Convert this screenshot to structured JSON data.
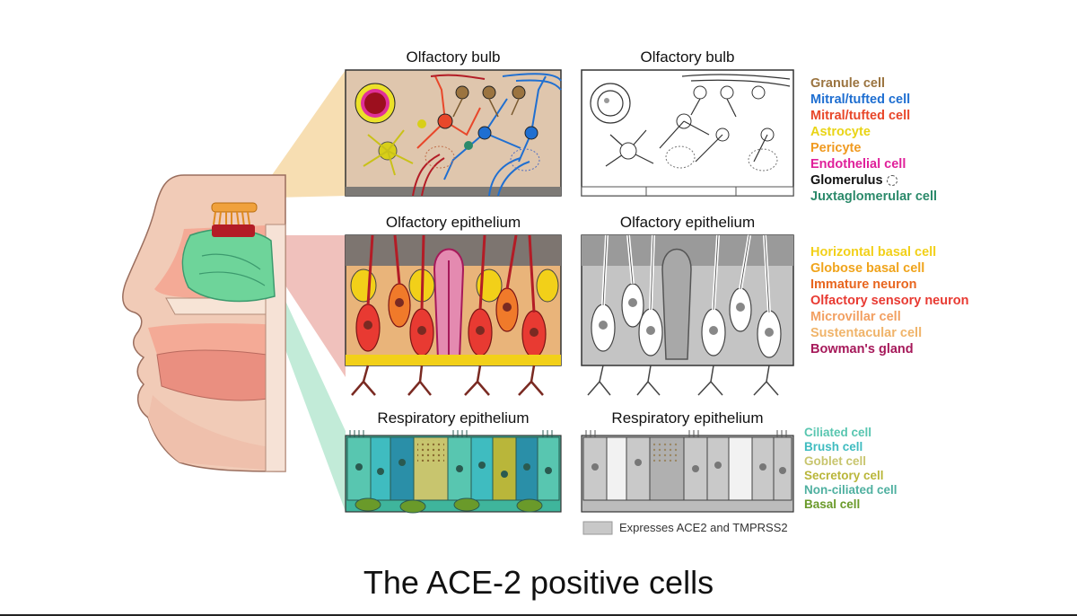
{
  "panels": {
    "bulb_left_title": "Olfactory bulb",
    "bulb_right_title": "Olfactory bulb",
    "epi_left_title": "Olfactory epithelium",
    "epi_right_title": "Olfactory epithelium",
    "resp_left_title": "Respiratory epithelium",
    "resp_right_title": "Respiratory epithelium"
  },
  "legend_bulb": [
    {
      "label": "Granule cell",
      "color": "#9b7440"
    },
    {
      "label": "Mitral/tufted cell",
      "color": "#1f6fd1"
    },
    {
      "label": "Mitral/tufted cell",
      "color": "#e8472a"
    },
    {
      "label": "Astrocyte",
      "color": "#e9d415"
    },
    {
      "label": "Pericyte",
      "color": "#f09a20"
    },
    {
      "label": "Endothelial cell",
      "color": "#e0209a"
    },
    {
      "label": "Glomerulus",
      "color": "#111111"
    },
    {
      "label": "Juxtaglomerular cell",
      "color": "#2c8a6b"
    }
  ],
  "legend_epithelium": [
    {
      "label": "Horizontal basal cell",
      "color": "#f2d019"
    },
    {
      "label": "Globose basal cell",
      "color": "#f0a41c"
    },
    {
      "label": "Immature neuron",
      "color": "#e8661f"
    },
    {
      "label": "Olfactory sensory neuron",
      "color": "#e83a32"
    },
    {
      "label": "Microvillar cell",
      "color": "#f2a062"
    },
    {
      "label": "Sustentacular cell",
      "color": "#f0b46a"
    },
    {
      "label": "Bowman's gland",
      "color": "#a6195a"
    }
  ],
  "legend_respiratory": [
    {
      "label": "Ciliated cell",
      "color": "#58c6b0"
    },
    {
      "label": "Brush cell",
      "color": "#3fbcc0"
    },
    {
      "label": "Goblet cell",
      "color": "#c8c56e"
    },
    {
      "label": "Secretory cell",
      "color": "#b9b63a"
    },
    {
      "label": "Non-ciliated cell",
      "color": "#4fb0a0"
    },
    {
      "label": "Basal cell",
      "color": "#6a9a2a"
    }
  ],
  "key": {
    "label": "Expresses ACE2 and TMPRSS2",
    "swatch_color": "#c8c8c8"
  },
  "caption": "The ACE-2 positive cells"
}
